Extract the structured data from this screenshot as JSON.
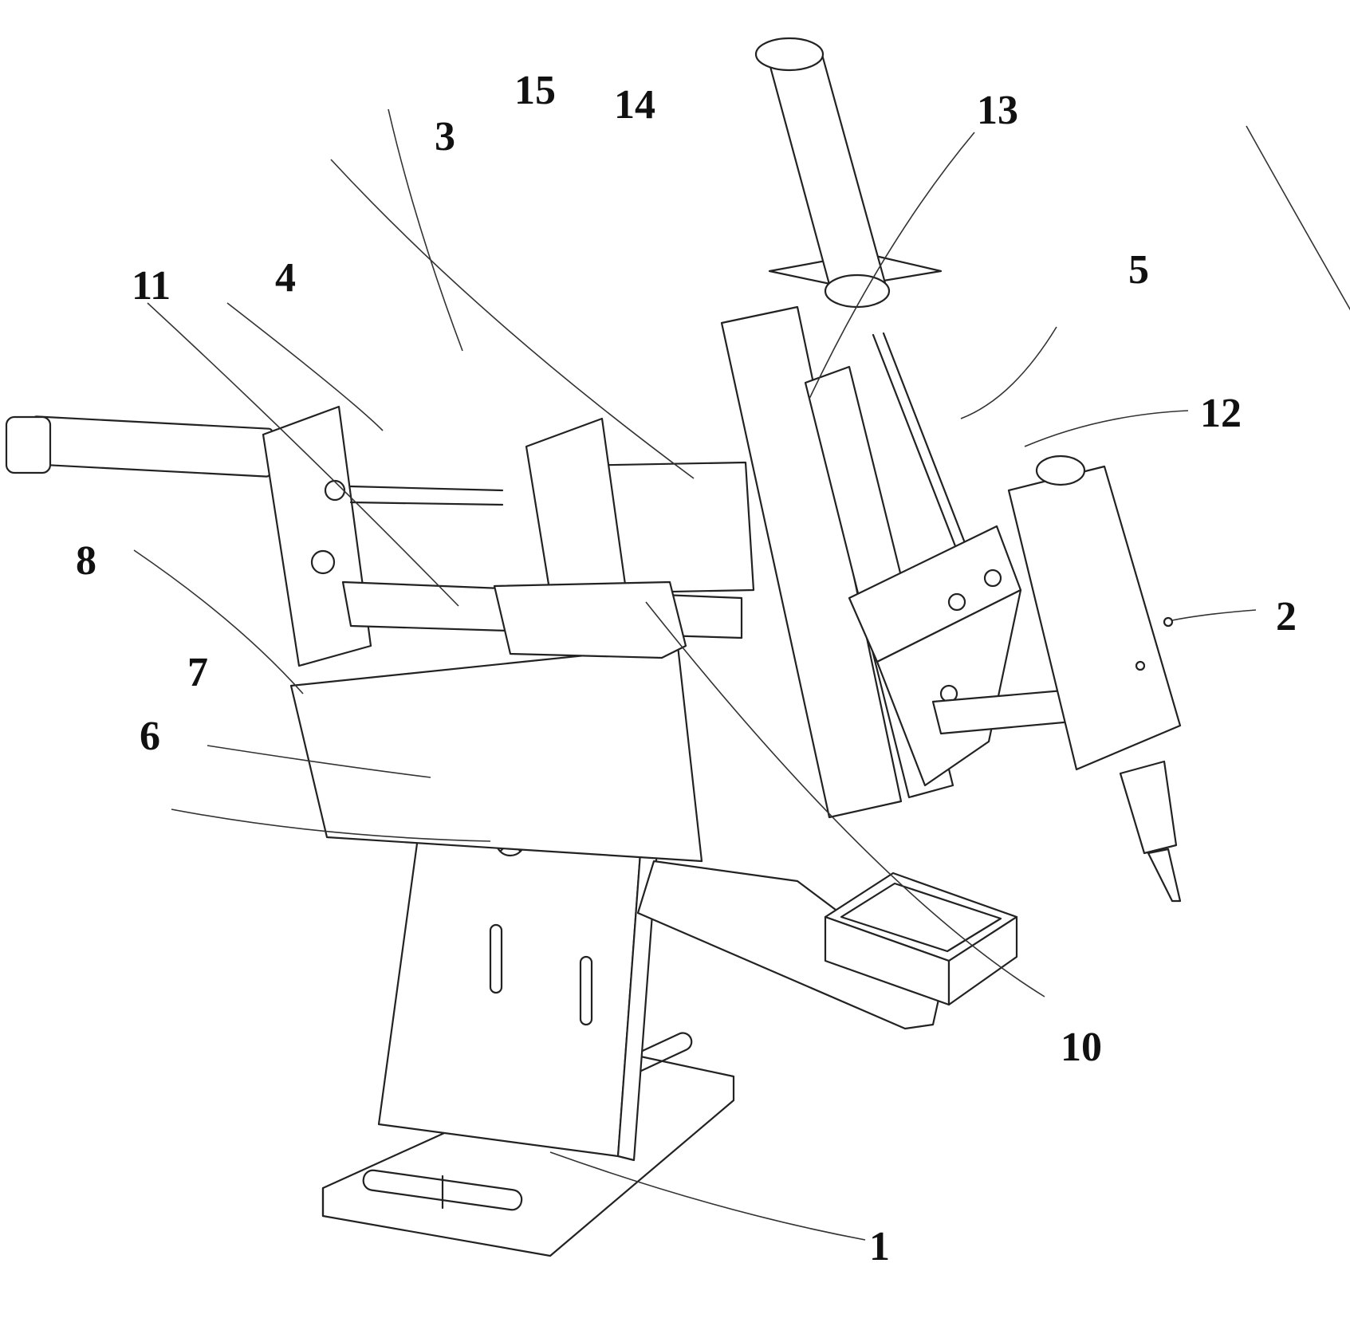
{
  "figure": {
    "type": "mechanical-patent-drawing",
    "callouts": [
      {
        "id": "1",
        "label": "1"
      },
      {
        "id": "2",
        "label": "2"
      },
      {
        "id": "3",
        "label": "3"
      },
      {
        "id": "4",
        "label": "4"
      },
      {
        "id": "5",
        "label": "5"
      },
      {
        "id": "6",
        "label": "6"
      },
      {
        "id": "7",
        "label": "7"
      },
      {
        "id": "8",
        "label": "8"
      },
      {
        "id": "10",
        "label": "10"
      },
      {
        "id": "11",
        "label": "11"
      },
      {
        "id": "12",
        "label": "12"
      },
      {
        "id": "13",
        "label": "13"
      },
      {
        "id": "14",
        "label": "14"
      },
      {
        "id": "15",
        "label": "15"
      }
    ]
  }
}
